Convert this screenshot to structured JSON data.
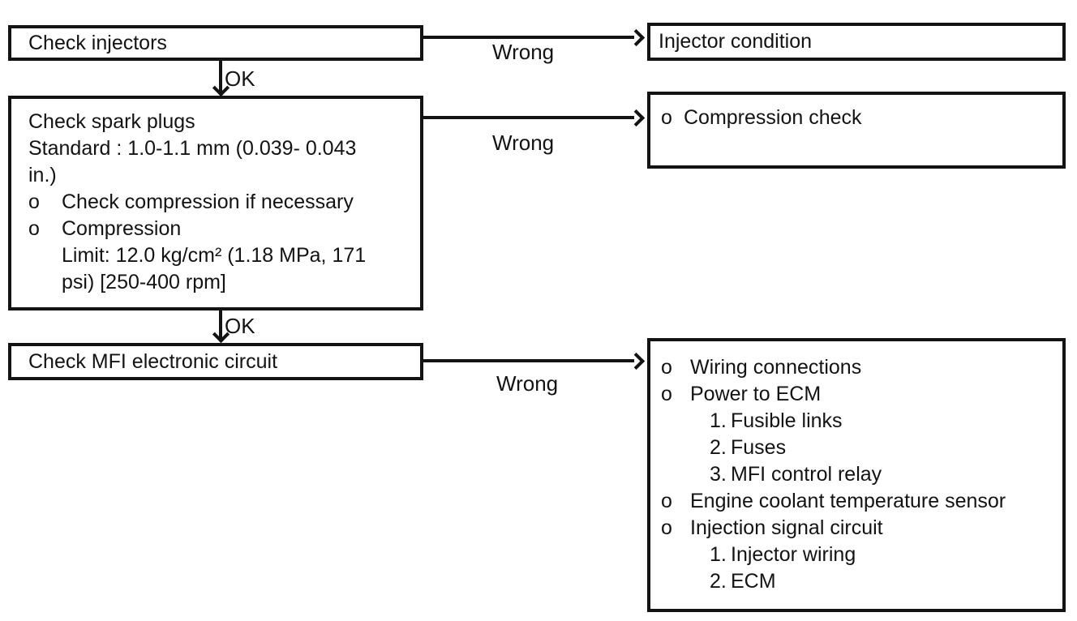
{
  "colors": {
    "background": "#ffffff",
    "ink": "#131313"
  },
  "nodes": {
    "check_injectors": {
      "title": "Check injectors"
    },
    "injector_condition": {
      "title": "Injector condition"
    },
    "check_spark_plugs": {
      "line1": "Check spark plugs",
      "line2": "Standard : 1.0-1.1 mm (0.039- 0.043",
      "line3": "in.)",
      "bullet1_marker": "o",
      "bullet1_text": "Check compression if necessary",
      "bullet2_marker": "o",
      "bullet2_text": "Compression",
      "bullet2_cont1": "Limit: 12.0 kg/cm² (1.18 MPa, 171",
      "bullet2_cont2": "psi) [250-400 rpm]"
    },
    "compression_check": {
      "marker": "o",
      "text": "Compression check"
    },
    "check_mfi": {
      "title": "Check MFI electronic circuit"
    },
    "mfi_results": {
      "items": [
        {
          "marker": "o",
          "text": "Wiring connections"
        },
        {
          "marker": "o",
          "text": "Power to ECM"
        },
        {
          "marker": "1.",
          "text": "Fusible links"
        },
        {
          "marker": "2.",
          "text": "Fuses"
        },
        {
          "marker": "3.",
          "text": "MFI control relay"
        },
        {
          "marker": "o",
          "text": "Engine coolant temperature sensor"
        },
        {
          "marker": "o",
          "text": "Injection signal circuit"
        },
        {
          "marker": "1.",
          "text": "Injector wiring"
        },
        {
          "marker": "2.",
          "text": "ECM"
        }
      ]
    }
  },
  "edges": {
    "ok1": "OK",
    "ok2": "OK",
    "wrong1": "Wrong",
    "wrong2": "Wrong",
    "wrong3": "Wrong"
  }
}
